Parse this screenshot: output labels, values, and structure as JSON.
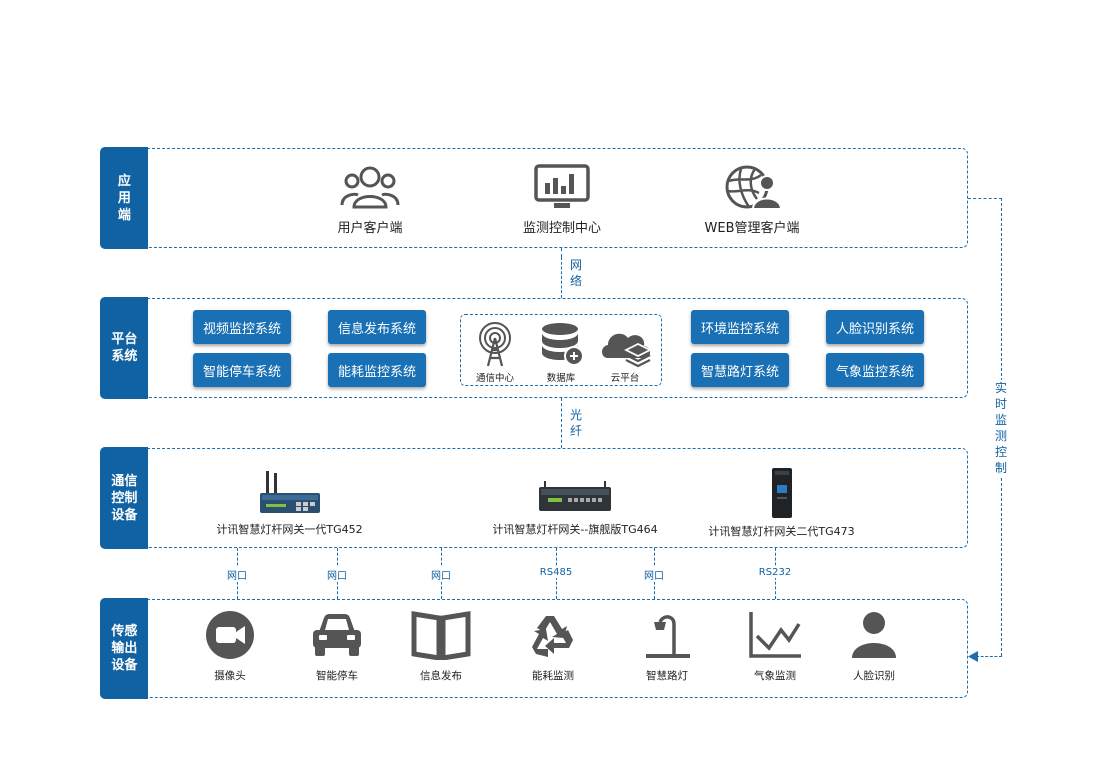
{
  "layers": {
    "app": {
      "label": "应\n用\n端",
      "items": [
        {
          "label": "用户客户端",
          "icon": "users-icon"
        },
        {
          "label": "监测控制中心",
          "icon": "monitor-chart-icon"
        },
        {
          "label": "WEB管理客户端",
          "icon": "globe-user-icon"
        }
      ]
    },
    "platform": {
      "label": "平台\n系统",
      "left_systems": [
        "视频监控系统",
        "信息发布系统",
        "智能停车系统",
        "能耗监控系统"
      ],
      "core": [
        {
          "label": "通信中心",
          "icon": "antenna-icon"
        },
        {
          "label": "数据库",
          "icon": "database-icon"
        },
        {
          "label": "云平台",
          "icon": "cloud-icon"
        }
      ],
      "right_systems": [
        "环境监控系统",
        "人脸识别系统",
        "智慧路灯系统",
        "气象监控系统"
      ]
    },
    "comm": {
      "label": "通信\n控制\n设备",
      "devices": [
        {
          "label": "计讯智慧灯杆网关一代TG452",
          "icon": "router-icon"
        },
        {
          "label": "计讯智慧灯杆网关--旗舰版TG464",
          "icon": "switch-icon"
        },
        {
          "label": "计讯智慧灯杆网关二代TG473",
          "icon": "tower-gateway-icon"
        }
      ]
    },
    "sensor": {
      "label": "传感\n输出\n设备",
      "items": [
        {
          "label": "摄像头",
          "icon": "camera-icon"
        },
        {
          "label": "智能停车",
          "icon": "car-icon"
        },
        {
          "label": "信息发布",
          "icon": "book-icon"
        },
        {
          "label": "能耗监测",
          "icon": "recycle-icon"
        },
        {
          "label": "智慧路灯",
          "icon": "streetlight-icon"
        },
        {
          "label": "气象监测",
          "icon": "line-chart-icon"
        },
        {
          "label": "人脸识别",
          "icon": "person-icon"
        }
      ]
    }
  },
  "links": {
    "app_platform": "网\n络",
    "platform_comm": "光\n纤",
    "interfaces": [
      "网口",
      "网口",
      "网口",
      "RS485",
      "网口",
      "RS232"
    ],
    "side": "实\n时\n监\n测\n控\n制"
  },
  "colors": {
    "primary": "#1062a3",
    "button": "#1a70b5",
    "icon_gray": "#555555"
  }
}
